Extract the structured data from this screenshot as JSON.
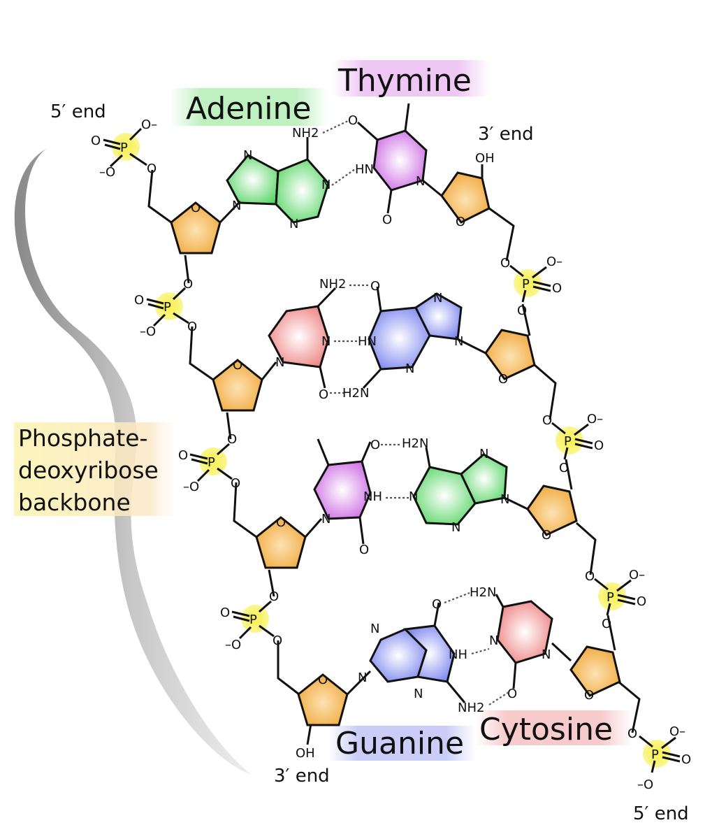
{
  "labels": {
    "adenine": "Adenine",
    "thymine": "Thymine",
    "guanine": "Guanine",
    "cytosine": "Cytosine",
    "backbone_1": "Phosphate-",
    "backbone_2": "deoxyribose",
    "backbone_3": "backbone",
    "end_5_top": "5′ end",
    "end_3_top": "3′ end",
    "end_3_bottom": "3′ end",
    "end_5_bottom": "5′ end"
  },
  "atoms": {
    "O": "O",
    "O_minus": "O–",
    "minus_O": "–O",
    "P": "P",
    "N": "N",
    "NH": "NH",
    "HN": "HN",
    "NH2": "NH2",
    "H2N": "H2N",
    "OH": "OH"
  },
  "colors": {
    "adenine": "#6fe07a",
    "thymine": "#d27ae6",
    "guanine": "#8a93ef",
    "cytosine": "#ef8f8f",
    "sugar": "#f2b450",
    "phosphate_glow": "#f5ef3a",
    "backbone_brace": "#a8a8a8",
    "label_adenine": "#bff0c0",
    "label_thymine": "#efc7f5",
    "label_guanine": "#c9cdf7",
    "label_cytosine": "#f7cbcb",
    "label_backbone": "#fbf3b0"
  }
}
